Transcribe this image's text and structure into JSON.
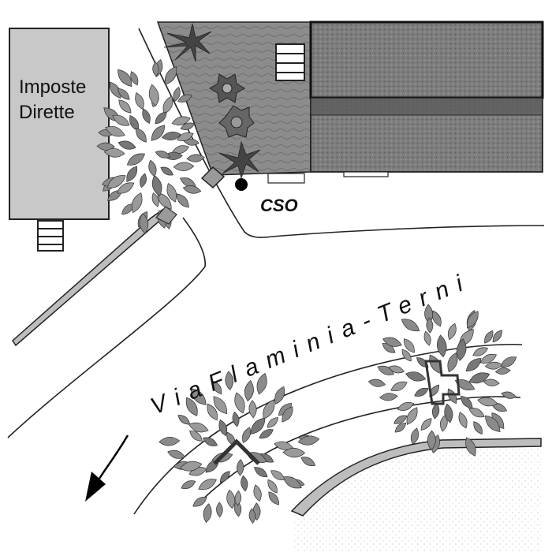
{
  "map": {
    "building_label_line1": "Imposte",
    "building_label_line2": "Dirette",
    "marker_label": "CSO",
    "street_name": "ViaFlaminia-Terni",
    "colors": {
      "building_fill": "#c8c8c8",
      "outline": "#222222",
      "roof_fill": "#7a7a7a",
      "roof_band": "#5e5e5e",
      "lawn_fill": "#8c8c8c",
      "tree_fill": "#8a8a8a",
      "tree_dark": "#555555",
      "hedge_fill": "#9a9a9a"
    },
    "icons": {
      "marker": "location-dot-icon",
      "direction": "curved-arrow-icon"
    }
  }
}
